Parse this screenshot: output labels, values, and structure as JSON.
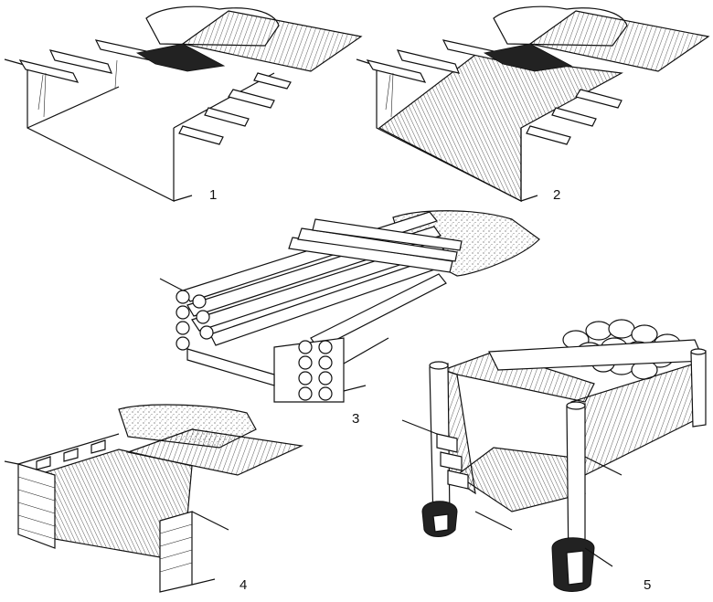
{
  "figures": [
    {
      "label": "1",
      "icon": "trench-with-plank-deck-icon"
    },
    {
      "label": "2",
      "icon": "trench-with-plank-floor-icon"
    },
    {
      "label": "3",
      "icon": "log-crib-structure-icon"
    },
    {
      "label": "4",
      "icon": "plank-lined-pit-icon"
    },
    {
      "label": "5",
      "icon": "post-and-plank-box-with-stones-icon"
    }
  ],
  "colors": {
    "ink": "#111111",
    "paper": "#ffffff",
    "shade": "#222222"
  }
}
